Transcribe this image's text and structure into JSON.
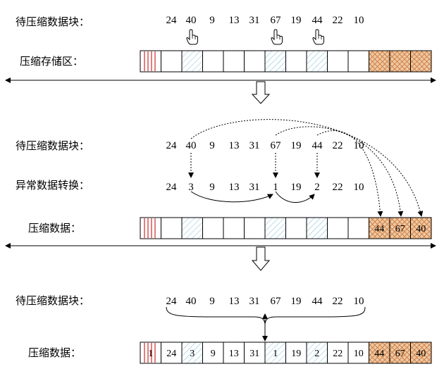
{
  "labels": {
    "block_1": "待压缩数据块：",
    "storage": "压缩存储区：",
    "block_2": "待压缩数据块：",
    "convert": "异常数据转换：",
    "compressed_2": "压缩数据：",
    "block_3": "待压缩数据块：",
    "compressed_3": "压缩数据："
  },
  "data_block": [
    "24",
    "40",
    "9",
    "13",
    "31",
    "67",
    "19",
    "44",
    "22",
    "10"
  ],
  "converted_block": [
    "24",
    "3",
    "9",
    "13",
    "31",
    "1",
    "19",
    "2",
    "22",
    "10"
  ],
  "exceptions": [
    "44",
    "67",
    "40"
  ],
  "final_cells": [
    "1",
    "24",
    "3",
    "9",
    "13",
    "31",
    "1",
    "19",
    "2",
    "22",
    "10",
    "44",
    "67",
    "40"
  ],
  "icons": {
    "pointer": "hand-pointer-icon",
    "arrow": "down-arrow-icon"
  },
  "colors": {
    "stroke": "#000000",
    "red_lines": "#c00000",
    "blue_hatch": "#7fbfd0",
    "orange_fill": "#f0c8a0",
    "orange_line": "#c87840"
  }
}
